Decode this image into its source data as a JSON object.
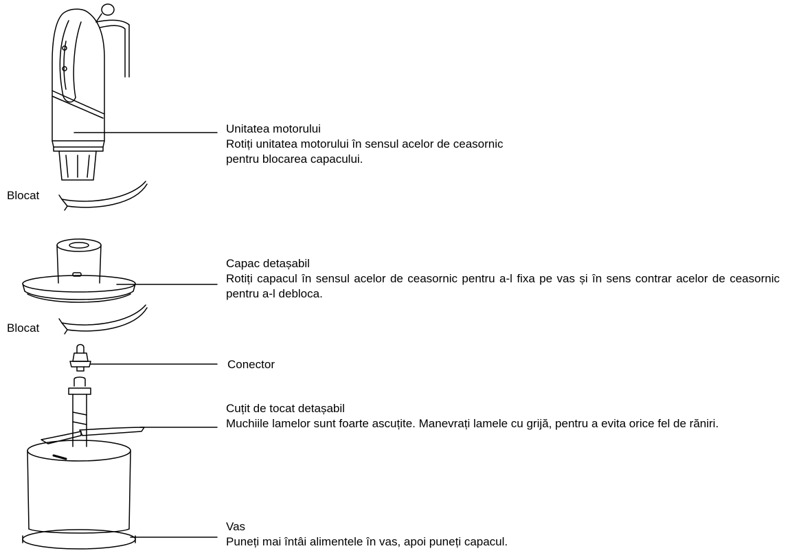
{
  "parts": {
    "motor": {
      "title": "Unitatea motorului",
      "line1": "Rotiți unitatea motorului în sensul acelor de ceasornic",
      "line2": "pentru blocarea capacului."
    },
    "lid": {
      "title": "Capac detașabil",
      "desc": "Rotiți capacul în sensul acelor de ceasornic pentru a-l fixa pe vas și în sens contrar acelor de ceasornic pentru a-l debloca."
    },
    "connector": {
      "title": "Conector"
    },
    "blade": {
      "title": "Cuțit de tocat detașabil",
      "desc": "Muchiile lamelor sunt foarte ascuțite. Manevrați lamele cu grijă, pentru a evita orice fel de răniri."
    },
    "bowl": {
      "title": "Vas",
      "desc": "Puneți mai întâi alimentele în vas, apoi puneți capacul."
    }
  },
  "lock_labels": {
    "motor": "Blocat",
    "lid": "Blocat"
  }
}
